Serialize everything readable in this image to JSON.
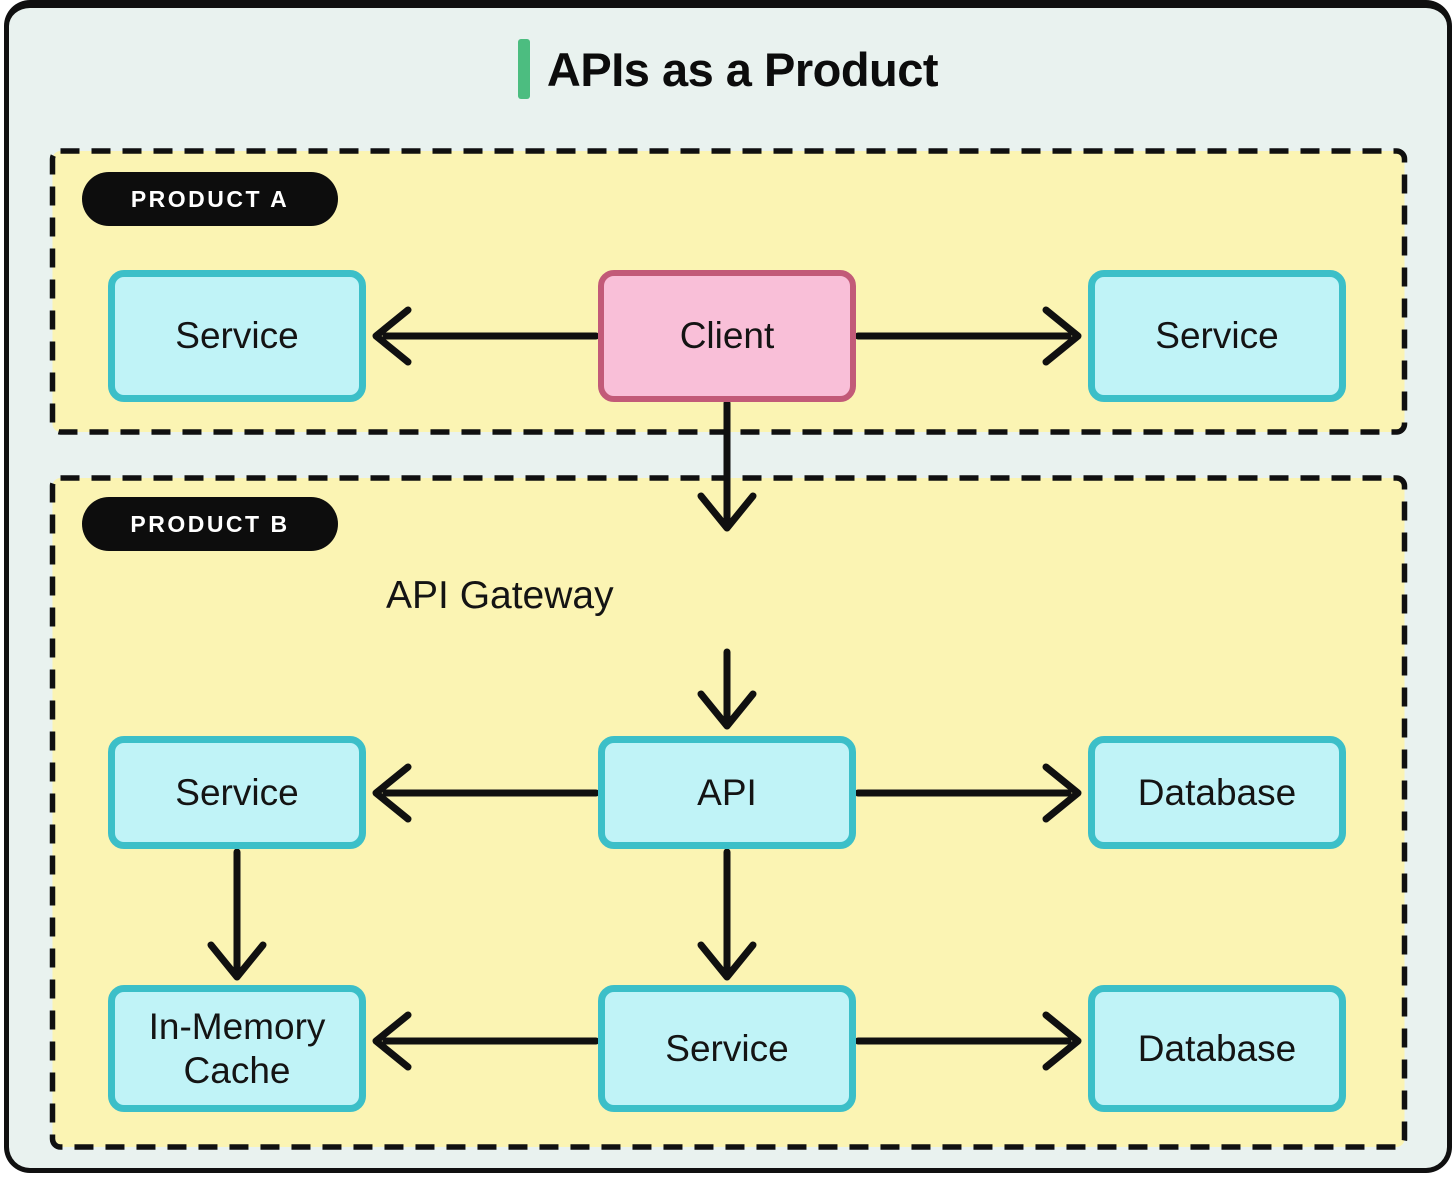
{
  "title": "APIs as a Product",
  "colors": {
    "background_outer": "#ffffff",
    "card_mint": "#e9f2ef",
    "ink": "#101010",
    "accent_green": "#4cbd80",
    "panel_yellow": "#fbf4b3",
    "node_cyan_fill": "#c0f3f7",
    "node_cyan_border": "#3cbfc8",
    "node_pink_fill": "#f9bfd8",
    "node_pink_border": "#c25a78",
    "badge_bg": "#0d0d0d",
    "badge_text": "#ffffff"
  },
  "product_a": {
    "badge": "PRODUCT A",
    "nodes": {
      "service_left": "Service",
      "client": "Client",
      "service_right": "Service"
    }
  },
  "product_b": {
    "badge": "PRODUCT B",
    "gateway_label": "API Gateway",
    "nodes": {
      "service_mid": "Service",
      "api": "API",
      "database_mid": "Database",
      "cache": "In-Memory Cache",
      "service_bottom": "Service",
      "database_bottom": "Database"
    }
  },
  "edges": [
    {
      "from": "client",
      "to": "service_left",
      "direction": "left"
    },
    {
      "from": "client",
      "to": "service_right",
      "direction": "right"
    },
    {
      "from": "client",
      "to": "api_gateway",
      "direction": "down"
    },
    {
      "from": "api_gateway",
      "to": "api",
      "direction": "down"
    },
    {
      "from": "api",
      "to": "service_mid",
      "direction": "left"
    },
    {
      "from": "api",
      "to": "database_mid",
      "direction": "right"
    },
    {
      "from": "api",
      "to": "service_bottom",
      "direction": "down"
    },
    {
      "from": "service_mid",
      "to": "cache",
      "direction": "down"
    },
    {
      "from": "service_bottom",
      "to": "cache",
      "direction": "left"
    },
    {
      "from": "service_bottom",
      "to": "database_bottom",
      "direction": "right"
    }
  ]
}
